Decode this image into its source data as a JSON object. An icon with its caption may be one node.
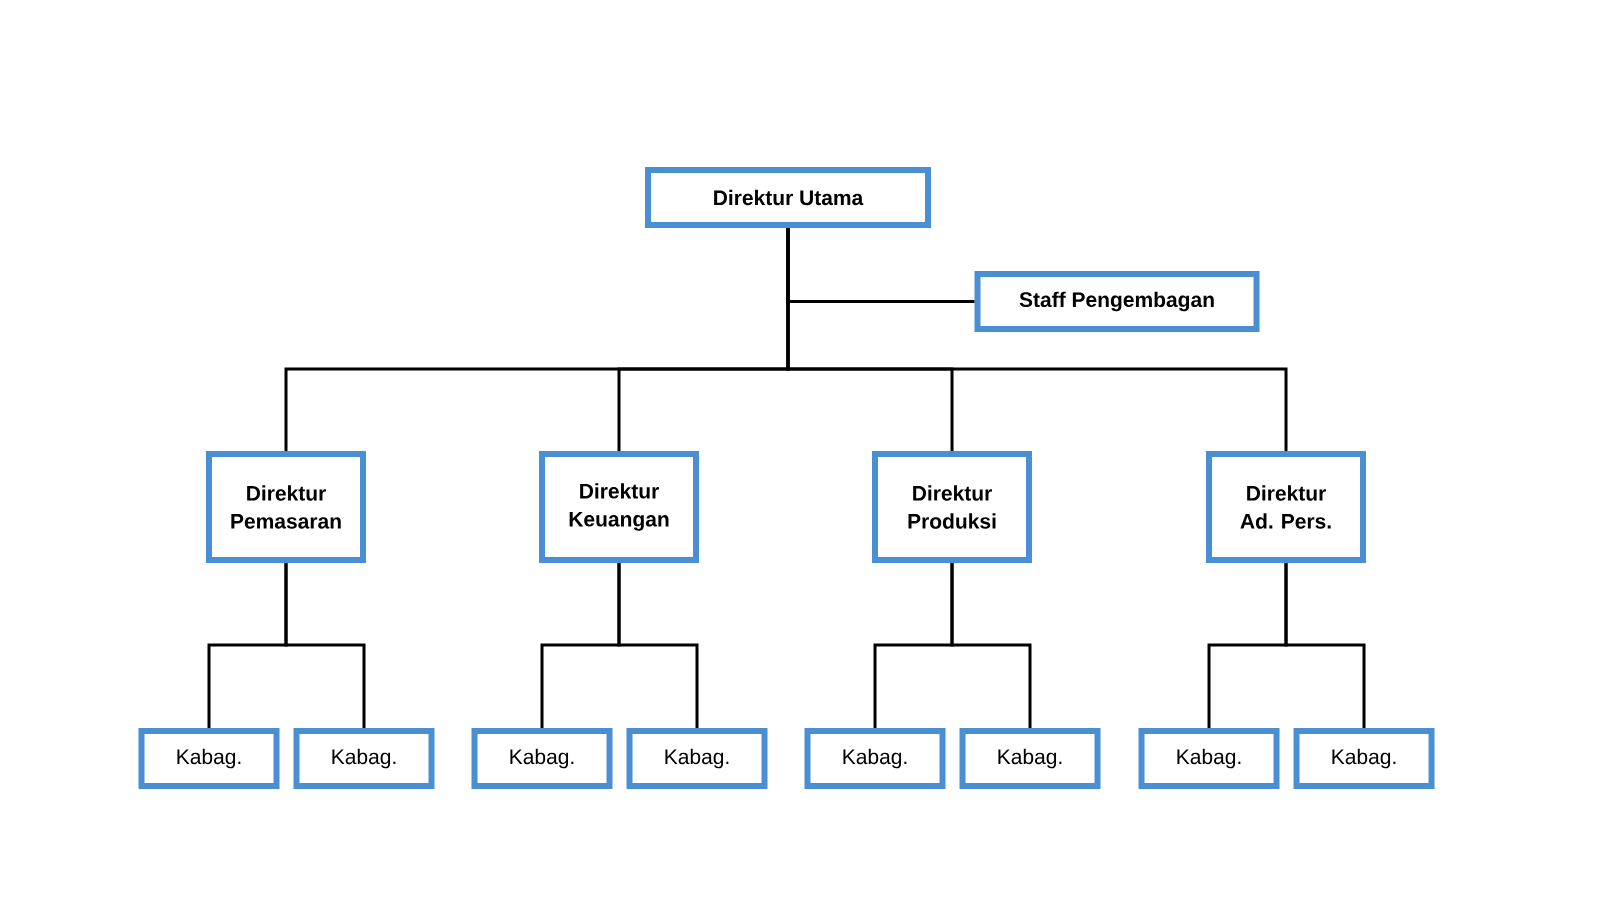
{
  "diagram": {
    "nodes": [
      {
        "text": [
          "Direktur Utama"
        ]
      },
      {
        "text": [
          "Staff Pengembagan"
        ]
      },
      {
        "text": [
          "Direktur Pemasaran"
        ]
      },
      {
        "text": [
          "Direktur Keuangan"
        ]
      },
      {
        "text": [
          "Direktur Produksi"
        ]
      },
      {
        "text": [
          "Direktur Ad. Pers."
        ]
      },
      {
        "text": [
          "Kabag."
        ]
      },
      {
        "text": [
          "Kabag."
        ]
      },
      {
        "text": [
          "Kabag."
        ]
      },
      {
        "text": [
          "Kabag."
        ]
      },
      {
        "text": [
          "Kabag."
        ]
      },
      {
        "text": [
          "Kabag."
        ]
      },
      {
        "text": [
          "Kabag."
        ]
      },
      {
        "text": [
          "Kabag."
        ]
      }
    ],
    "edges": [
      {
        "from": 0,
        "to": 1,
        "arrow": "none"
      },
      {
        "from": 0,
        "to": 2,
        "arrow": "none"
      },
      {
        "from": 0,
        "to": 3,
        "arrow": "none"
      },
      {
        "from": 0,
        "to": 4,
        "arrow": "none"
      },
      {
        "from": 0,
        "to": 5,
        "arrow": "none"
      },
      {
        "from": 2,
        "to": 6,
        "arrow": "none"
      },
      {
        "from": 2,
        "to": 7,
        "arrow": "none"
      },
      {
        "from": 3,
        "to": 8,
        "arrow": "none"
      },
      {
        "from": 3,
        "to": 9,
        "arrow": "none"
      },
      {
        "from": 4,
        "to": 10,
        "arrow": "none"
      },
      {
        "from": 4,
        "to": 11,
        "arrow": "none"
      },
      {
        "from": 5,
        "to": 12,
        "arrow": "none"
      },
      {
        "from": 5,
        "to": 13,
        "arrow": "none"
      }
    ]
  }
}
